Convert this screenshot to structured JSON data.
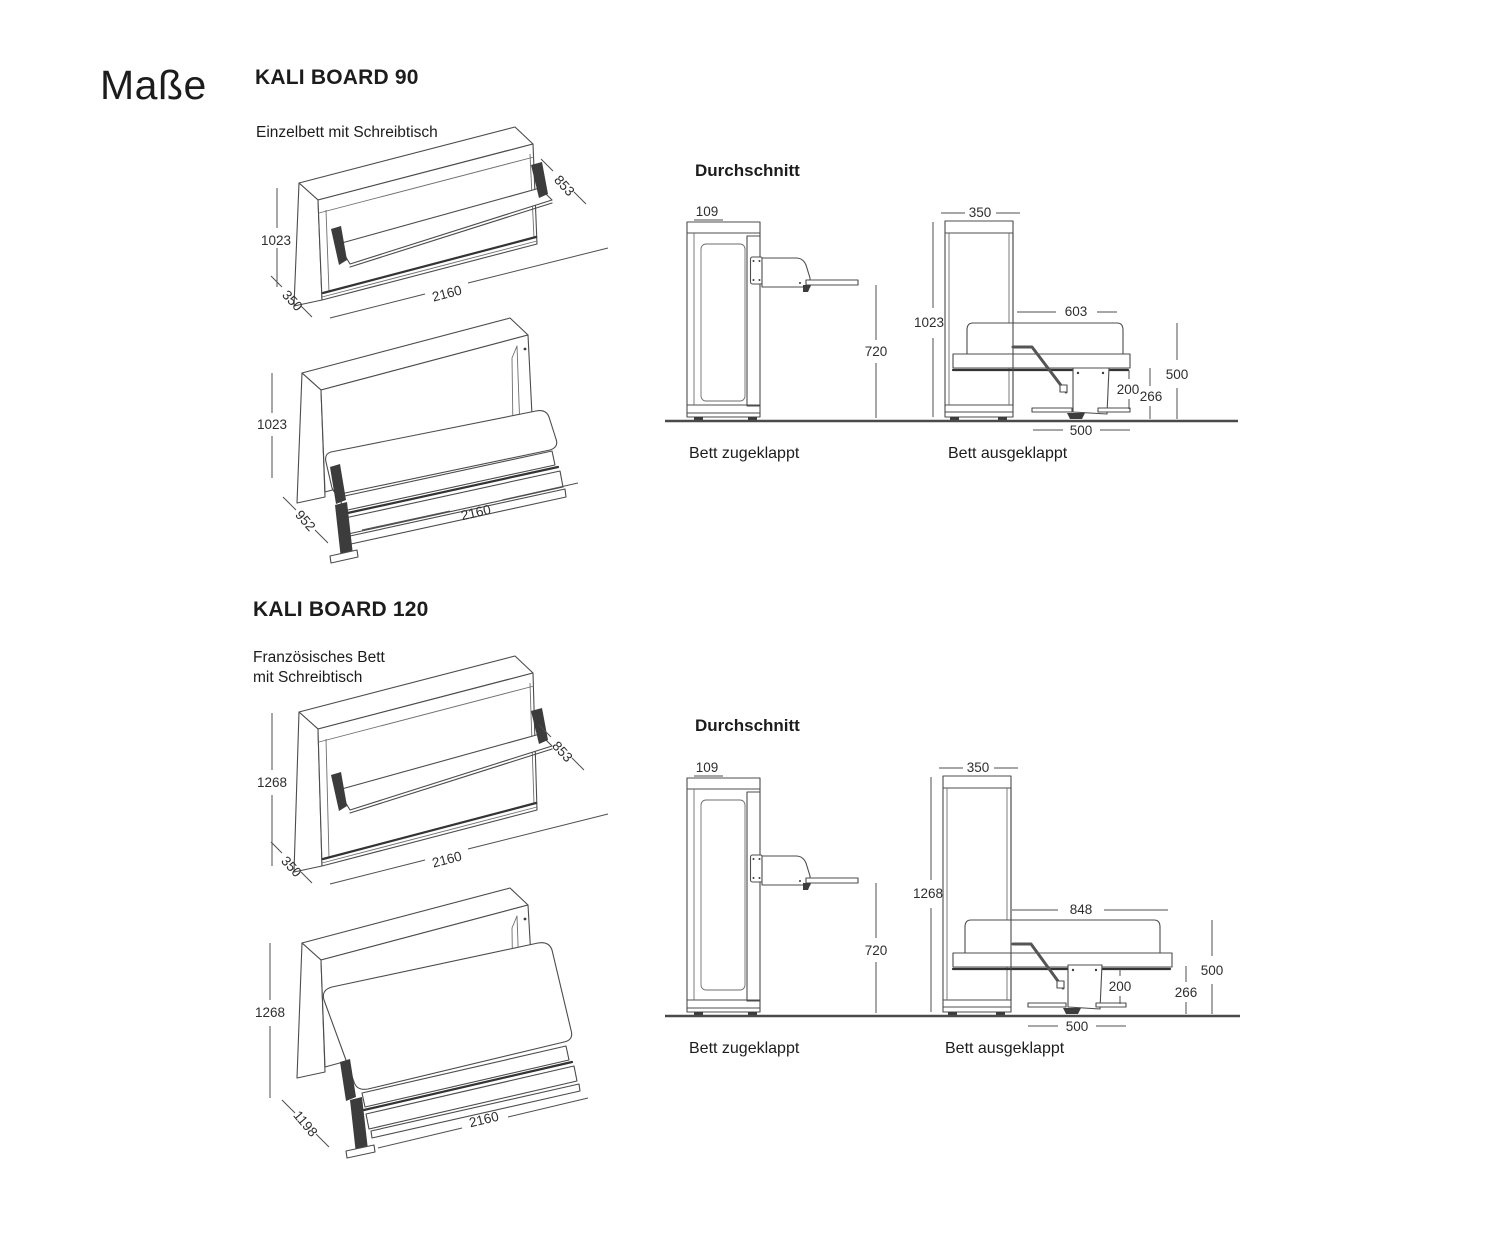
{
  "page": {
    "title": "Maße"
  },
  "board90": {
    "title": "KALI BOARD 90",
    "subtitle": "Einzelbett mit Schreibtisch",
    "iso_closed": {
      "height": "1023",
      "depth": "350",
      "width": "2160",
      "desk_width": "853"
    },
    "iso_open": {
      "height": "1023",
      "depth": "952",
      "width": "2160"
    },
    "section_title": "Durchschnitt",
    "closed": {
      "depth": "109",
      "desk_height": "720",
      "caption": "Bett zugeklappt"
    },
    "open": {
      "depth": "350",
      "height": "1023",
      "bed_inner": "603",
      "bed_height": "500",
      "desk_drop": "200",
      "clearance": "266",
      "footprint": "500",
      "caption": "Bett ausgeklappt"
    }
  },
  "board120": {
    "title": "KALI BOARD 120",
    "subtitle_line1": "Französisches Bett",
    "subtitle_line2": "mit Schreibtisch",
    "iso_closed": {
      "height": "1268",
      "depth": "350",
      "width": "2160",
      "desk_width": "853"
    },
    "iso_open": {
      "height": "1268",
      "depth": "1198",
      "width": "2160"
    },
    "section_title": "Durchschnitt",
    "closed": {
      "depth": "109",
      "desk_height": "720",
      "caption": "Bett zugeklappt"
    },
    "open": {
      "depth": "350",
      "height": "1268",
      "bed_inner": "848",
      "bed_height": "500",
      "desk_drop": "200",
      "clearance": "266",
      "footprint": "500",
      "caption": "Bett ausgeklappt"
    }
  },
  "colors": {
    "line": "#4c4c4c",
    "text": "#1c1c1c",
    "background": "#ffffff"
  }
}
